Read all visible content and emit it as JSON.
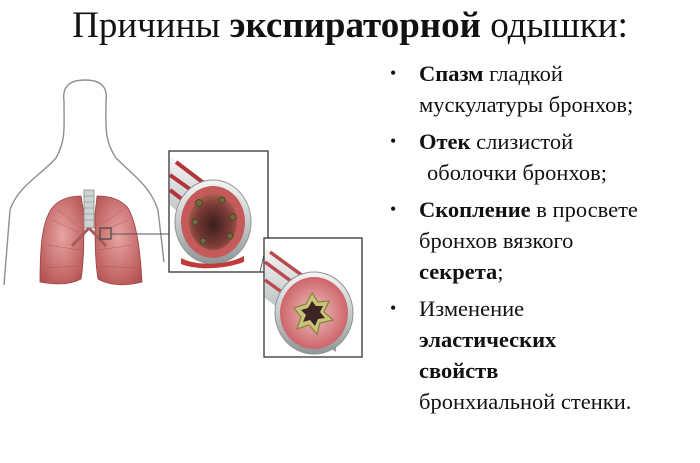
{
  "title": {
    "prefix": "Причины ",
    "bold": "экспираторной",
    "suffix": " одышки:"
  },
  "bullets": [
    {
      "bold": "Спазм",
      "rest": " гладкой",
      "line2": "мускулатуры бронхов;"
    },
    {
      "bold": "Отек",
      "rest": " слизистой",
      "line2": "оболочки бронхов;"
    },
    {
      "bold": "Скопление",
      "rest": " в просвете",
      "line2": "бронхов вязкого",
      "line3_bold": "секрета",
      "line3_rest": ";"
    },
    {
      "line1": "Изменение",
      "line2_bold": "эластических",
      "line3_bold": "свойств",
      "line4": "бронхиальной стенки."
    }
  ],
  "colors": {
    "lung": "#d98a8a",
    "lung_dark": "#b4504f",
    "mucosa": "#e4a1a3",
    "secretion": "#c9c37a",
    "ring": "#c8cbcc"
  }
}
